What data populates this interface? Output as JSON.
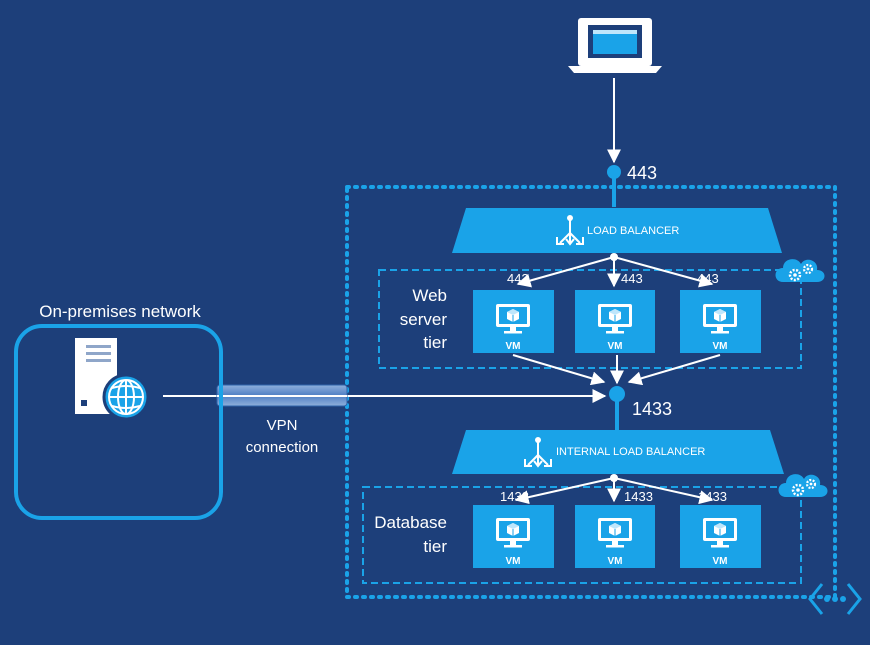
{
  "colors": {
    "background": "#1d3f7a",
    "accent": "#1aa3e8",
    "white": "#ffffff",
    "dotted_border": "#1aa3e8"
  },
  "client": {
    "icon": "laptop-icon",
    "port": "443"
  },
  "onprem": {
    "title": "On-premises network",
    "icons": [
      "server-icon",
      "globe-icon"
    ]
  },
  "vpn": {
    "line1": "VPN",
    "line2": "connection"
  },
  "load_balancer": {
    "label": "LOAD BALANCER",
    "icon": "load-balancer-icon"
  },
  "web_tier": {
    "label_lines": [
      "Web",
      "server",
      "tier"
    ],
    "port": "443",
    "vms": [
      {
        "label": "VM"
      },
      {
        "label": "VM"
      },
      {
        "label": "VM"
      }
    ],
    "icon": "cloud-service-icon"
  },
  "db_port": "1433",
  "internal_lb": {
    "label": "INTERNAL LOAD BALANCER",
    "icon": "load-balancer-icon"
  },
  "db_tier": {
    "label_lines": [
      "Database",
      "tier"
    ],
    "port": "1433",
    "vms": [
      {
        "label": "VM"
      },
      {
        "label": "VM"
      },
      {
        "label": "VM"
      }
    ],
    "icon": "cloud-service-icon"
  },
  "vnet_icon": "virtual-network-icon"
}
